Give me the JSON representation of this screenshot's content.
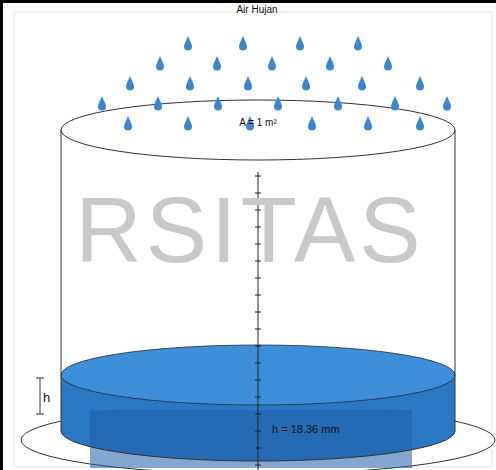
{
  "diagram": {
    "title": "Air Hujan",
    "labels": [
      "RSITAS",
      "A = 1 m²",
      "h",
      "h = 18.36 mm"
    ]
  }
}
